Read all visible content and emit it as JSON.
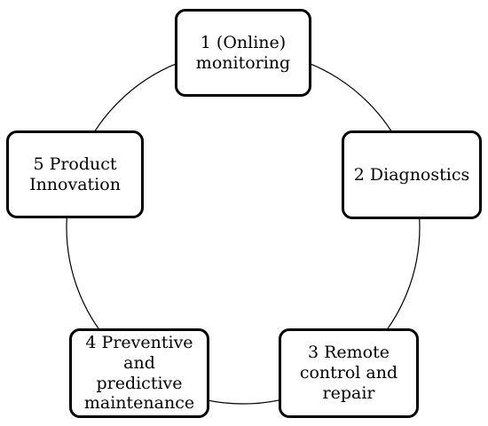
{
  "diagram": {
    "type": "cycle",
    "ring_color": "#000000",
    "box_border_color": "#000000",
    "box_fill_color": "#ffffff",
    "nodes": [
      {
        "id": "1",
        "label": "1 (Online)\nmonitoring"
      },
      {
        "id": "2",
        "label": "2 Diagnostics"
      },
      {
        "id": "3",
        "label": "3 Remote\ncontrol  and\nrepair"
      },
      {
        "id": "4",
        "label": "4 Preventive\nand\npredictive\nmaintenance"
      },
      {
        "id": "5",
        "label": "5 Product\nInnovation"
      }
    ]
  }
}
